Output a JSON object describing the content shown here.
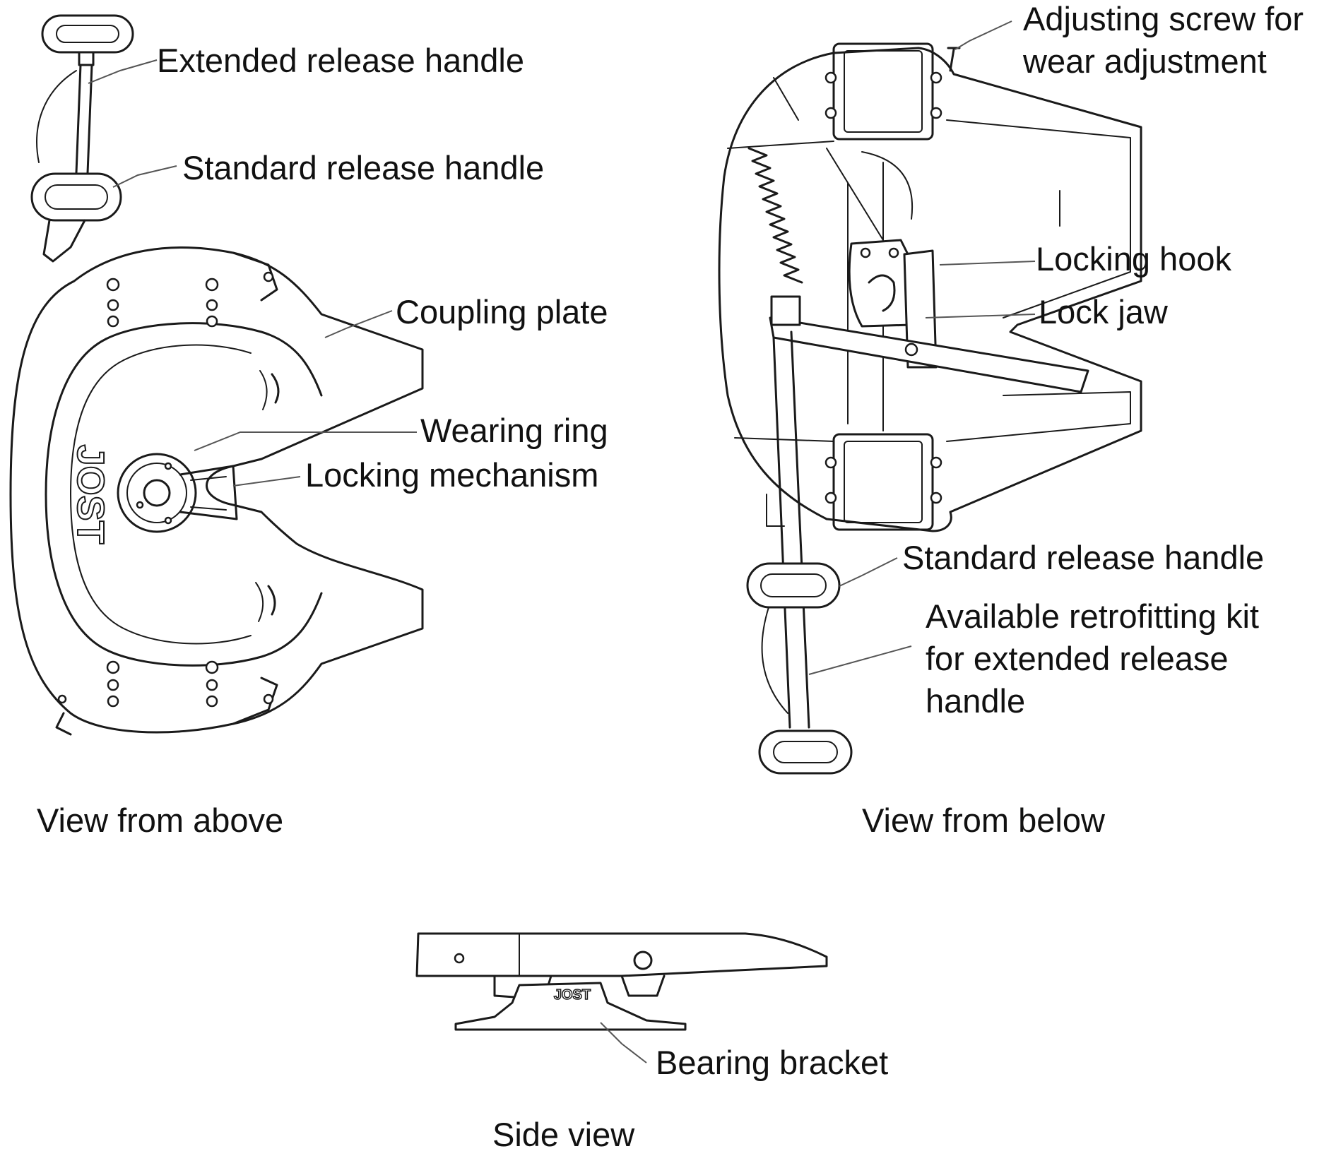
{
  "labels": {
    "extended_release_handle": "Extended release handle",
    "standard_release_handle_top": "Standard release handle",
    "coupling_plate": "Coupling plate",
    "wearing_ring": "Wearing ring",
    "locking_mechanism": "Locking mechanism",
    "adjusting_screw": "Adjusting screw for\nwear adjustment",
    "locking_hook": "Locking hook",
    "lock_jaw": "Lock jaw",
    "standard_release_handle_below": "Standard release handle",
    "retrofitting_kit": "Available retrofitting kit\nfor extended release\nhandle",
    "bearing_bracket": "Bearing bracket"
  },
  "captions": {
    "view_from_above": "View from above",
    "view_from_below": "View from below",
    "side_view": "Side view"
  },
  "brand_marking": "JOST"
}
